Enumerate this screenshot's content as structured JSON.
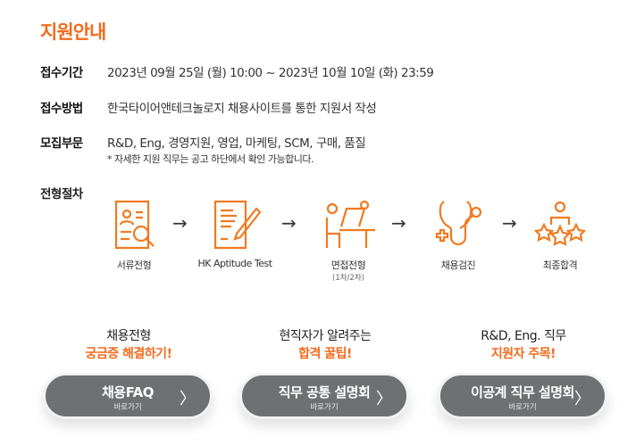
{
  "title": "지원안내",
  "info": [
    {
      "label": "접수기간",
      "value": "2023년 09월 25일 (월) 10:00 ~ 2023년 10월 10일 (화) 23:59"
    },
    {
      "label": "접수방법",
      "value": "한국타이어앤테크놀로지 채용사이트를 통한 지원서 작성"
    },
    {
      "label": "모집부문",
      "value": "R&D, Eng, 경영지원, 영업, 마케팅, SCM, 구매, 품질"
    }
  ],
  "note": "* 자세한 지원 직무는 공고 하단에서 확인 가능합니다.",
  "process": {
    "label": "전형절차",
    "steps": [
      {
        "name": "서류전형",
        "icon": "document-search-icon"
      },
      {
        "name": "HK Aptitude Test",
        "icon": "test-pen-icon"
      },
      {
        "name": "면접전형",
        "sub": "(1차/2차)",
        "icon": "interview-icon"
      },
      {
        "name": "채용검진",
        "icon": "stethoscope-icon"
      },
      {
        "name": "최종합격",
        "icon": "person-stars-icon"
      }
    ],
    "arrow": "→"
  },
  "promos": [
    {
      "line1": "채용전형",
      "line2": "궁금증 해결하기!",
      "button": "채용FAQ",
      "sub": "바로가기"
    },
    {
      "line1": "현직자가 알려주는",
      "line2": "합격 꿀팁!",
      "button": "직무 공통 설명회",
      "sub": "바로가기"
    },
    {
      "line1": "R&D, Eng. 직무",
      "line2": "지원자 주목!",
      "button": "이공계 직무 설명회",
      "sub": "바로가기"
    }
  ],
  "chevron": "〉",
  "colors": {
    "accent": "#f26b1d",
    "button": "#6e7172"
  }
}
